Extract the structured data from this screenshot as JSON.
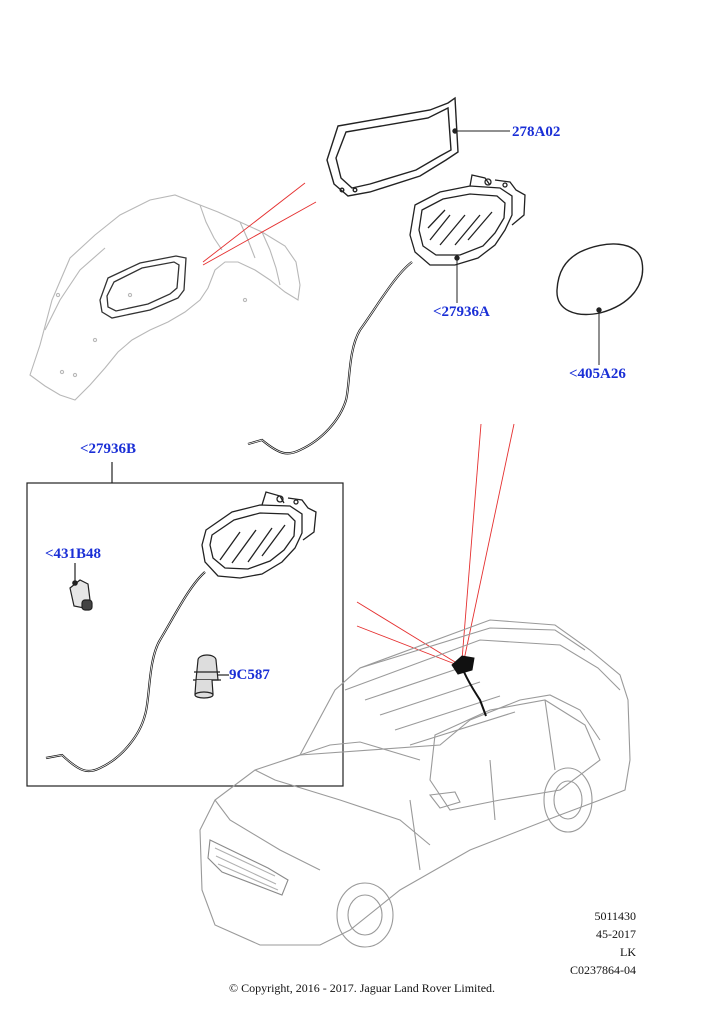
{
  "callouts": {
    "gasket": "278A02",
    "fuel_door_housing": "<27936A",
    "fuel_door_pad": "<405A26",
    "fuel_door_assembly_kit": "<27936B",
    "actuator": "<431B48",
    "bump_stop": "9C587"
  },
  "reference": {
    "line1": "5011430",
    "line2": "45-2017",
    "line3": "LK",
    "line4": "C0237864-04"
  },
  "copyright": "© Copyright, 2016 - 2017. Jaguar Land Rover Limited.",
  "colors": {
    "callout_text": "#1a2fd6",
    "leader_red": "#e53030",
    "part_line": "#222222",
    "ghost_line": "#b8b8b8"
  }
}
